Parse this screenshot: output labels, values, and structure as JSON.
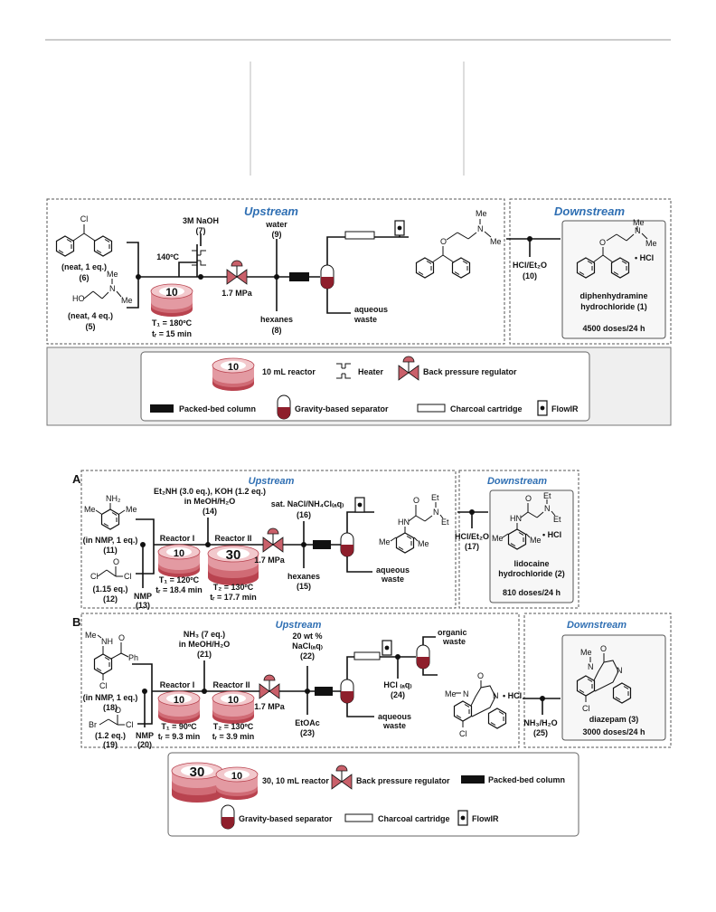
{
  "panel1": {
    "upstream": "Upstream",
    "downstream": "Downstream",
    "r6_name": "Cl",
    "r6_label": "(neat, 1 eq.)",
    "r6_num": "(6)",
    "r5_me": "Me",
    "r5_n": "N",
    "r5_me2": "Me",
    "r5_ho": "HO",
    "r5_label": "(neat, 4 eq.)",
    "r5_num": "(5)",
    "naoh": "3M NaOH",
    "naoh_num": "(7)",
    "heater_temp": "140ºC",
    "reactor_vol": "10",
    "t1": "T₁ = 180ºC",
    "tr": "tᵣ = 15 min",
    "pressure": "1.7 MPa",
    "water": "water",
    "water_num": "(9)",
    "hexanes": "hexanes",
    "hexanes_num": "(8)",
    "aq_waste": "aqueous",
    "aq_waste2": "waste",
    "prod_me": "Me",
    "prod_n": "N",
    "prod_me2": "Me",
    "prod_o": "O",
    "hcl": "HCl/Et₂O",
    "hcl_num": "(10)",
    "final_me": "Me",
    "final_n": "N",
    "final_me2": "Me",
    "final_o": "O",
    "final_hcl": "• HCl",
    "final_name1": "diphenhydramine",
    "final_name2": "hydrochloride (1)",
    "final_doses": "4500 doses/24 h"
  },
  "legend1": {
    "reactor_num": "10",
    "reactor": "10 mL reactor",
    "heater": "Heater",
    "bpr": "Back pressure regulator",
    "column": "Packed-bed column",
    "separator": "Gravity-based separator",
    "charcoal": "Charcoal cartridge",
    "flowir": "FlowIR"
  },
  "panelA": {
    "letter": "A",
    "upstream": "Upstream",
    "downstream": "Downstream",
    "reagent14a": "Et₂NH (3.0 eq.), KOH (1.2 eq.)",
    "reagent14b": "in MeOH/H₂O",
    "reagent14n": "(14)",
    "nh2": "NH₂",
    "me_l": "Me",
    "me_r": "Me",
    "r11_label": "(in NMP, 1 eq.)",
    "r11_num": "(11)",
    "cl1": "Cl",
    "cl2": "Cl",
    "o12": "O",
    "r12_label": "(1.15 eq.)",
    "r12_num": "(12)",
    "nmp": "NMP",
    "nmp_num": "(13)",
    "reactor1": "Reactor I",
    "reactor2": "Reactor II",
    "vol1": "10",
    "vol2": "30",
    "t1": "T₁ = 120ºC",
    "tr1": "tᵣ = 18.4 min",
    "t2": "T₂ = 130ºC",
    "tr2": "tᵣ = 17.7 min",
    "pressure": "1.7 MPa",
    "nacl": "sat. NaCl/NH₄Cl₍ₐq₎",
    "nacl_num": "(16)",
    "hexanes": "hexanes",
    "hexanes_num": "(15)",
    "aq_waste": "aqueous",
    "aq_waste2": "waste",
    "p_o": "O",
    "p_et1": "Et",
    "p_n": "N",
    "p_et2": "Et",
    "p_hn": "HN",
    "p_me1": "Me",
    "p_me2": "Me",
    "hcl": "HCl/Et₂O",
    "hcl_num": "(17)",
    "f_o": "O",
    "f_et1": "Et",
    "f_n": "N",
    "f_et2": "Et",
    "f_hn": "HN",
    "f_me1": "Me",
    "f_me2": "Me",
    "f_hcl": "• HCl",
    "final_name1": "lidocaine",
    "final_name2": "hydrochloride (2)",
    "final_doses": "810 doses/24 h"
  },
  "panelB": {
    "letter": "B",
    "upstream": "Upstream",
    "downstream": "Downstream",
    "nh3a": "NH₃ (7 eq.)",
    "nh3b": "in MeOH/H₂O",
    "nh3n": "(21)",
    "me_nh": "Me",
    "nh": "NH",
    "o18": "O",
    "ph": "Ph",
    "cl18": "Cl",
    "r18_label": "(in NMP, 1 eq.)",
    "r18_num": "(18)",
    "br": "Br",
    "o19": "O",
    "cl19": "Cl",
    "r19_label": "(1.2 eq.)",
    "r19_num": "(19)",
    "nmp": "NMP",
    "nmp_num": "(20)",
    "reactor1": "Reactor I",
    "reactor2": "Reactor II",
    "vol1": "10",
    "vol2": "10",
    "t1": "T₁ = 90ºC",
    "tr1": "tᵣ = 9.3 min",
    "t2": "T₂ = 130ºC",
    "tr2": "tᵣ = 3.9 min",
    "pressure": "1.7 MPa",
    "nacl1": "20 wt %",
    "nacl2": "NaCl₍ₐq₎",
    "nacl_num": "(22)",
    "etoac": "EtOAc",
    "etoac_num": "(23)",
    "aq_waste": "aqueous",
    "aq_waste2": "waste",
    "org_waste": "organic",
    "org_waste2": "waste",
    "hcl": "HCl ₍ₐq₎",
    "hcl_num": "(24)",
    "p_me": "Me",
    "p_n1": "N",
    "p_o": "O",
    "p_n2": "N",
    "p_cl": "Cl",
    "p_hcl": "• HCl",
    "nh3h2o": "NH₃/H₂O",
    "nh3h2o_num": "(25)",
    "f_me": "Me",
    "f_n1": "N",
    "f_o": "O",
    "f_n2": "N",
    "f_cl": "Cl",
    "final_name1": "diazepam (3)",
    "final_doses": "3000 doses/24 h"
  },
  "legend2": {
    "vol30": "30",
    "vol10": "10",
    "reactor": "30, 10 mL reactor",
    "bpr": "Back pressure regulator",
    "column": "Packed-bed column",
    "separator": "Gravity-based separator",
    "charcoal": "Charcoal cartridge",
    "flowir": "FlowIR"
  }
}
